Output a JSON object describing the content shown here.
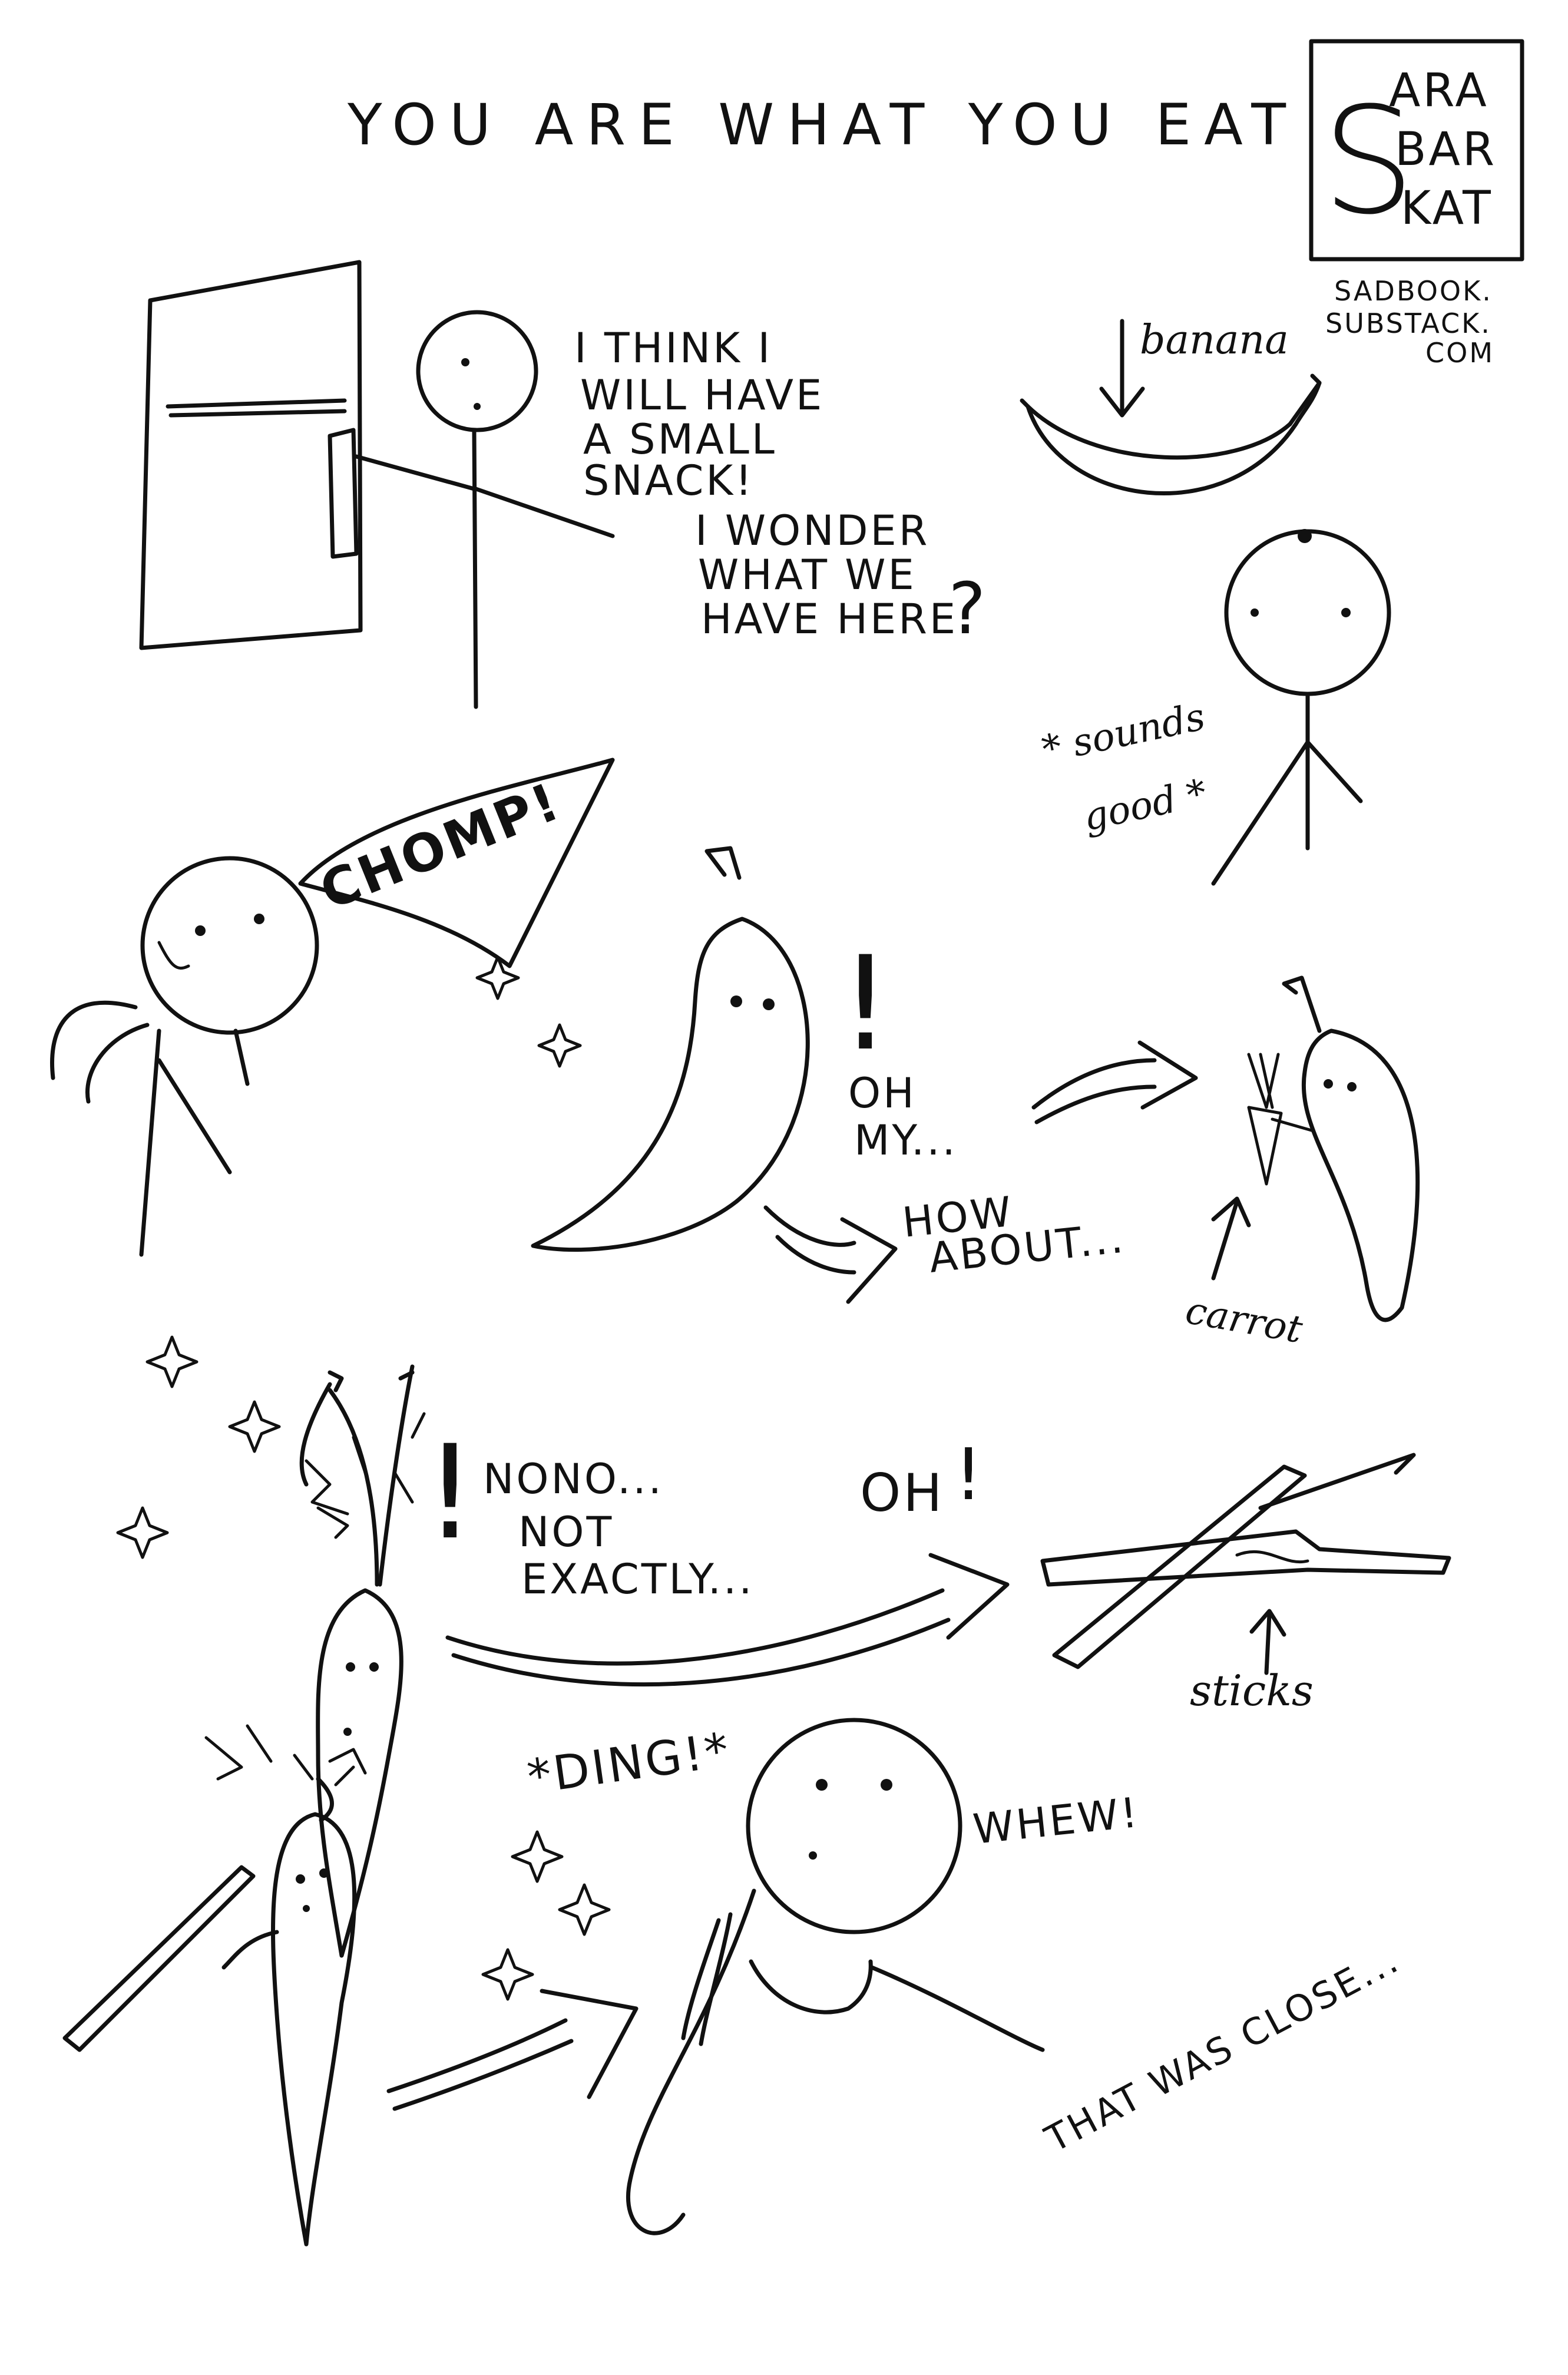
{
  "title": "YOU ARE WHAT YOU EAT",
  "logo": {
    "lines": [
      "S",
      "ARA",
      "BAR",
      "KAT"
    ]
  },
  "credit": [
    "SADBOOK.",
    "SUBSTACK.",
    "COM"
  ],
  "panels": {
    "fridge": {
      "thought_lines": [
        "I THINK I",
        "WILL HAVE",
        "A SMALL",
        "SNACK!"
      ],
      "wonder_lines": [
        "I WONDER",
        "WHAT WE",
        "HAVE HERE",
        "?"
      ]
    },
    "banana_intro": {
      "label": "banana",
      "reaction_lines": [
        "* sounds",
        "good *"
      ]
    },
    "chomp": {
      "sound": "CHOMP!"
    },
    "banana_alarm": {
      "exclaim": "!",
      "oh_my_lines": [
        "OH",
        "MY..."
      ],
      "how_about_lines": [
        "HOW",
        "ABOUT..."
      ],
      "carrot_label": "carrot"
    },
    "carrot_alarm": {
      "exclaim": "!",
      "nono": "NONO...",
      "not_exactly_lines": [
        "NOT",
        "EXACTLY..."
      ],
      "oh": "OH",
      "oh_exclaim": "!",
      "sticks_label": "sticks"
    },
    "ending": {
      "ding": "*DING!*",
      "whew": "WHEW!",
      "close": "THAT WAS CLOSE..."
    }
  },
  "colors": {
    "ink": "#111111",
    "paper": "#ffffff"
  }
}
